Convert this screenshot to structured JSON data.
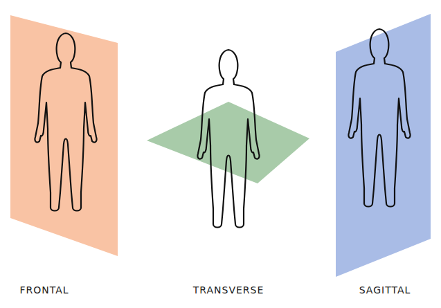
{
  "diagram": {
    "labels": [
      "FRONTAL",
      "TRANSVERSE",
      "SAGITTAL"
    ]
  }
}
